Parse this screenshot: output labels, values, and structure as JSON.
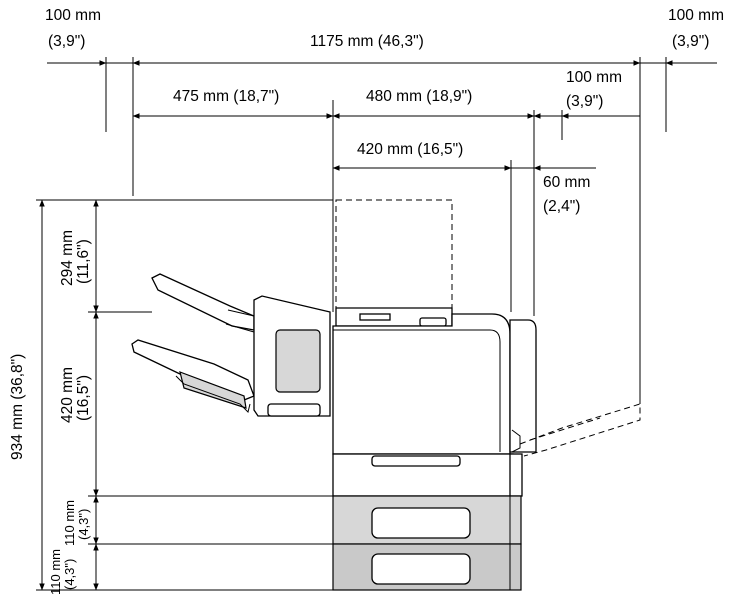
{
  "dimensions": {
    "side_clearance_left": {
      "mm": "100 mm",
      "in": "(3,9\")"
    },
    "side_clearance_right": {
      "mm": "100 mm",
      "in": "(3,9\")"
    },
    "overall_width": "1175 mm (46,3\")",
    "finisher_width": "475 mm (18,7\")",
    "body_width": "480 mm (18,9\")",
    "rear_clearance": {
      "mm": "100 mm",
      "in": "(3,9\")"
    },
    "main_unit_width": "420 mm (16,5\")",
    "rear_offset": {
      "mm": "60 mm",
      "in": "(2,4\")"
    },
    "top_clearance": {
      "mm": "294 mm",
      "in": "(11,6\")"
    },
    "main_unit_height": {
      "mm": "420 mm",
      "in": "(16,5\")"
    },
    "total_height": "934 mm (36,8\")",
    "tray_upper": {
      "mm": "110 mm",
      "in": "(4,3\")"
    },
    "tray_lower": {
      "mm": "110 mm",
      "in": "(4,3\")"
    }
  }
}
